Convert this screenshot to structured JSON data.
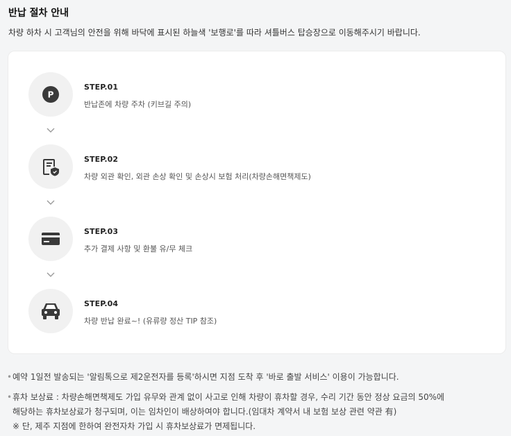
{
  "header": {
    "title": "반납 절차 안내",
    "subtitle": "차량 하차 시 고객님의 안전을 위해 바닥에 표시된 하늘색 '보행로'를 따라 셔틀버스 탑승장으로 이동해주시기 바랍니다."
  },
  "steps": [
    {
      "label": "STEP.01",
      "description": "반납존에 차량 주차 (키브길 주의)",
      "icon": "parking-icon"
    },
    {
      "label": "STEP.02",
      "description": "차량 외관 확인, 외관 손상 확인 및 손상시 보험 처리(차량손해면책제도)",
      "icon": "document-shield-icon"
    },
    {
      "label": "STEP.03",
      "description": "추가 결제 사항 및 환불 유/무 체크",
      "icon": "credit-card-icon"
    },
    {
      "label": "STEP.04",
      "description": "차량 반납 완료~! (유류량 정산 TIP 참조)",
      "icon": "car-icon"
    }
  ],
  "notes": {
    "bullet": "•",
    "note1": "예약 1일전 발송되는 '알림톡으로 제2운전자를 등록'하시면 지점 도착 후 '바로 출발 서비스' 이용이 가능합니다.",
    "note2_line1": "휴차 보상료 : 차량손해면책제도 가입 유무와 관계 없이 사고로 인해 차량이 휴차할 경우, 수리 기간 동안 정상 요금의 50%에",
    "note2_line2": "해당하는 휴차보상료가 청구되며, 이는 임차인이 배상하여야 합니다.(임대차 계약서 내 보험 보상 관련 약관 有)",
    "note3": "※ 단, 제주 지점에 한하여 완전자차 가입 시 휴차보상료가 면제됩니다."
  },
  "colors": {
    "background": "#f4f5f6",
    "card": "#ffffff",
    "icon_circle": "#f1f1f1",
    "icon": "#3a3a3a"
  }
}
